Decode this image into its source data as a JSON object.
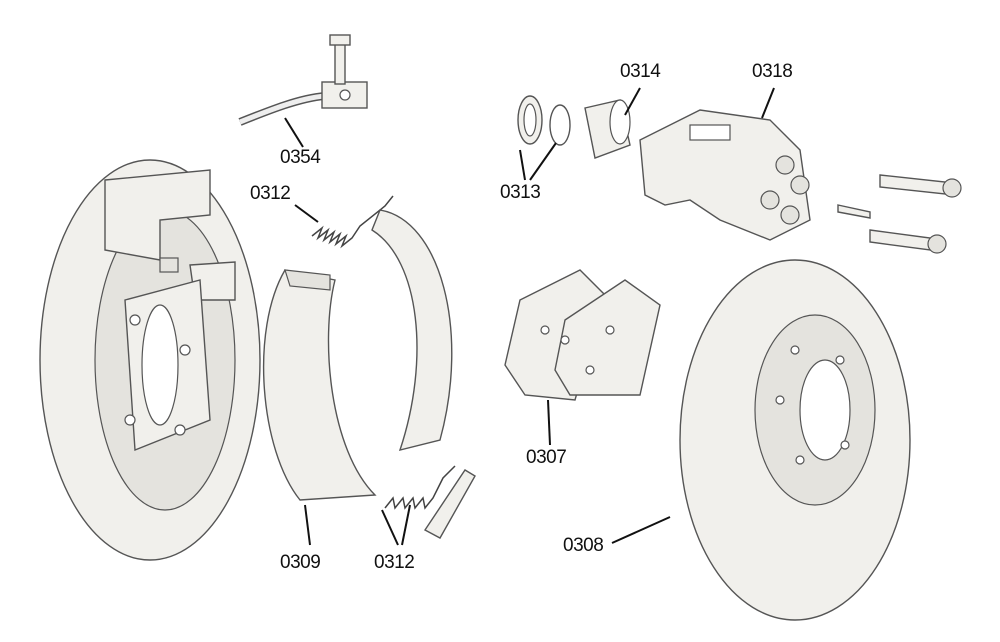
{
  "diagram": {
    "labels": {
      "brake_hose": "0354",
      "spring_top": "0312",
      "piston": "0314",
      "caliper": "0318",
      "seals": "0313",
      "pads": "0307",
      "shoe": "0309",
      "spring_bottom": "0312",
      "disc": "0308"
    }
  }
}
